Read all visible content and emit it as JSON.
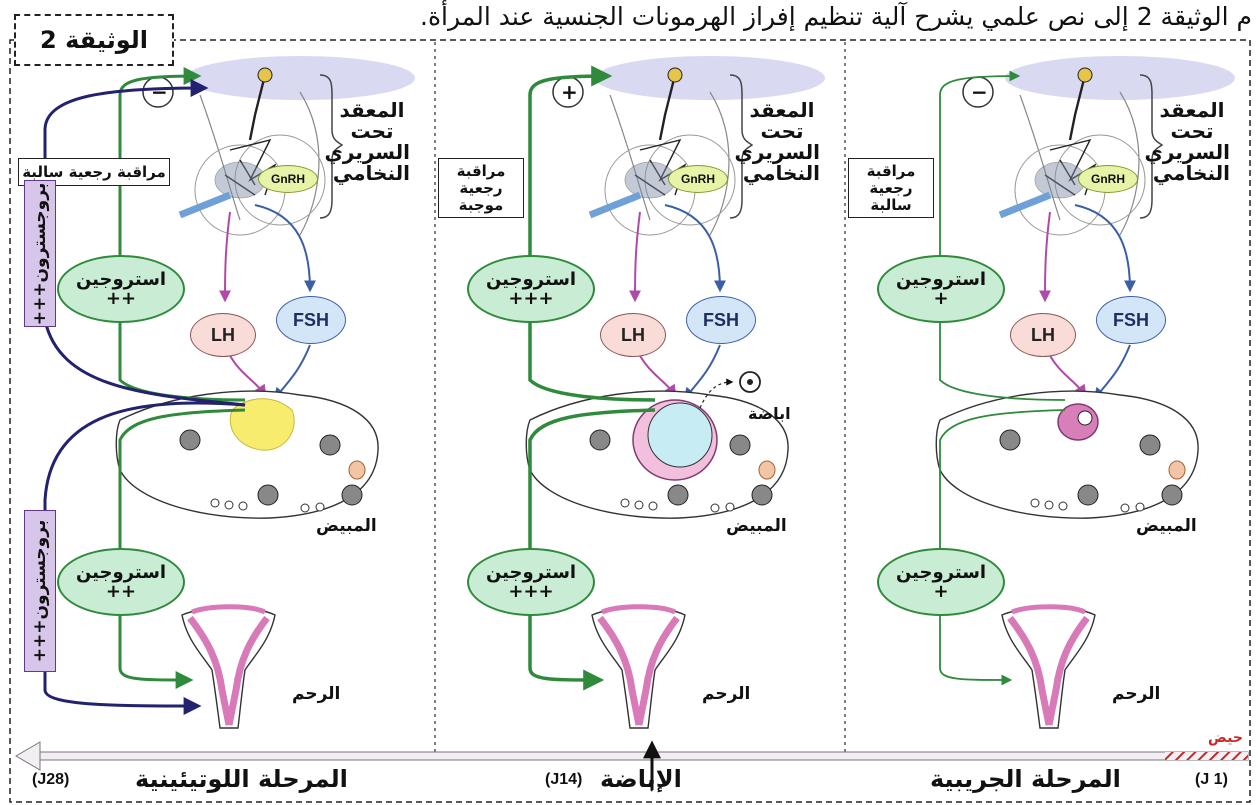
{
  "intro_text": "م الوثيقة 2 إلى نص علمي يشرح آلية تنظيم إفراز الهرمونات الجنسية عند المرأة.",
  "document_label": "الوثيقة 2",
  "panels": [
    {
      "id": "luteal",
      "hypothalamus_label": [
        "المعقد",
        "تحت",
        "السريري",
        "النخامي"
      ],
      "feedback_label": "مراقبة رجعية سالبة",
      "feedback_sign": "−",
      "estrogen_top": [
        "استروجين",
        "++"
      ],
      "estrogen_bottom": [
        "استروجين",
        "++"
      ],
      "progesterone_top": "بروجسترون+++",
      "progesterone_bottom": "بروجسترون+++",
      "gnrh": "GnRH",
      "lh": "LH",
      "fsh": "FSH",
      "ovary_label": "المبيض",
      "uterus_label": "الرحم"
    },
    {
      "id": "ovulation",
      "hypothalamus_label": [
        "المعقد",
        "تحت",
        "السريري",
        "النخامي"
      ],
      "feedback_label": "مراقبة رجعية موجبة",
      "feedback_sign": "+",
      "estrogen_top": [
        "استروجين",
        "+++"
      ],
      "estrogen_bottom": [
        "استروجين",
        "+++"
      ],
      "gnrh": "GnRH",
      "lh": "LH",
      "fsh": "FSH",
      "ovulation_label": "اباضة",
      "ovary_label": "المبيض",
      "uterus_label": "الرحم"
    },
    {
      "id": "follicular",
      "hypothalamus_label": [
        "المعقد",
        "تحت",
        "السريري",
        "النخامي"
      ],
      "feedback_label": "مراقبة رجعية سالبة",
      "feedback_sign": "−",
      "estrogen_top": [
        "استروجين",
        "+"
      ],
      "estrogen_bottom": [
        "استروجين",
        "+"
      ],
      "gnrh": "GnRH",
      "lh": "LH",
      "fsh": "FSH",
      "ovary_label": "المبيض",
      "uterus_label": "الرحم"
    }
  ],
  "timeline": {
    "menstruation_label": "حيض",
    "day_start": "(J 1)",
    "day_mid": "(J14)",
    "day_end": "(J28)",
    "phase_follicular": "المرحلة الجريبية",
    "phase_ovulation": "الإباضة",
    "phase_luteal": "المرحلة اللوتيئينية"
  },
  "colors": {
    "estrogen_green": "#2f8a3b",
    "progesterone_blue": "#22226e",
    "lh_pink": "#b04aa8",
    "fsh_blue": "#3b5fa6",
    "uterus_pink": "#d97ab8",
    "timeline_red": "#c62828"
  }
}
